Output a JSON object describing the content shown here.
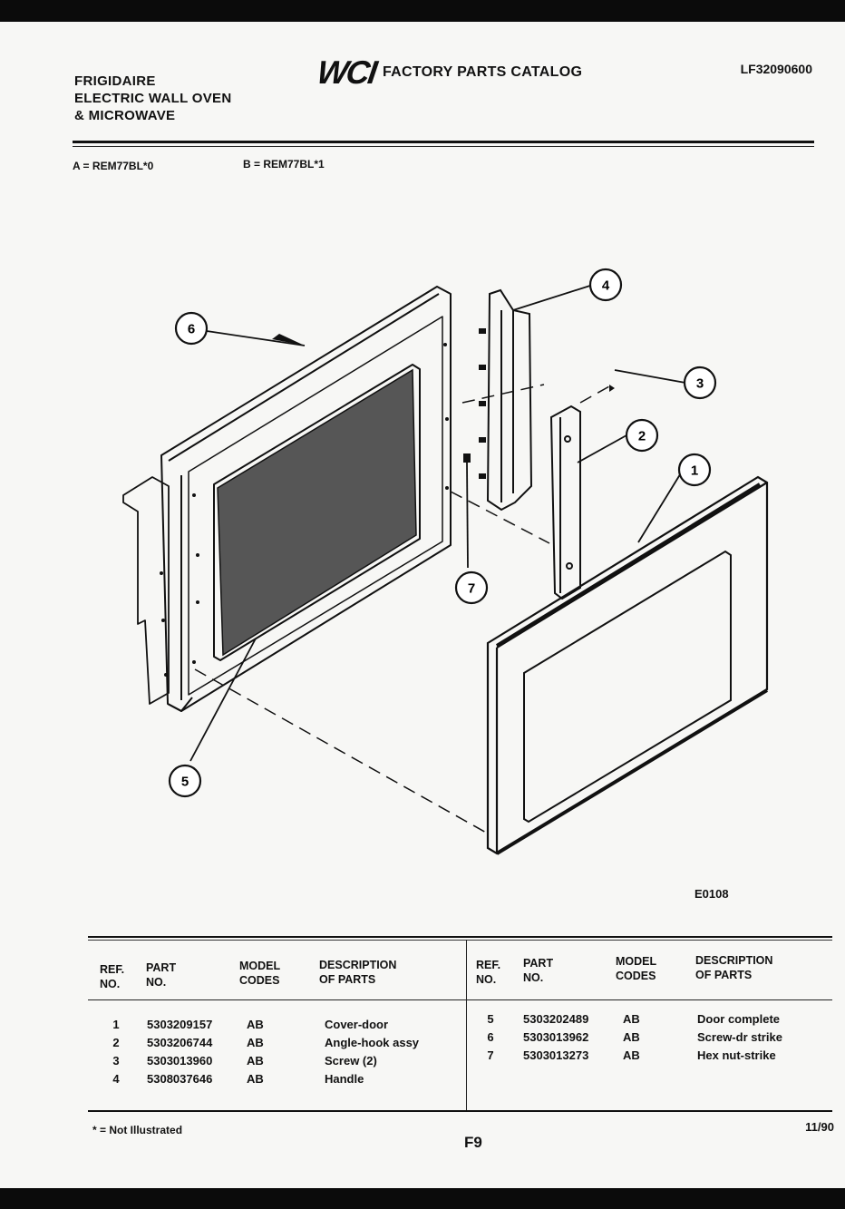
{
  "header": {
    "brand_lines": [
      "FRIGIDAIRE",
      "ELECTRIC WALL OVEN",
      "& MICROWAVE"
    ],
    "logo_text": "WCI",
    "catalog_title": "FACTORY PARTS CATALOG",
    "catalog_id": "LF32090600"
  },
  "models": {
    "a": "A = REM77BL*0",
    "b": "B = REM77BL*1"
  },
  "diagram": {
    "callouts": [
      "1",
      "2",
      "3",
      "4",
      "5",
      "6",
      "7"
    ],
    "figure_code": "E0108"
  },
  "table": {
    "headers": {
      "ref": [
        "REF.",
        "NO."
      ],
      "part": [
        "PART",
        "NO."
      ],
      "codes": [
        "MODEL",
        "CODES"
      ],
      "desc": [
        "DESCRIPTION",
        "OF PARTS"
      ]
    },
    "left_rows": [
      {
        "ref": "1",
        "part": "5303209157",
        "codes": "AB",
        "desc": "Cover-door"
      },
      {
        "ref": "2",
        "part": "5303206744",
        "codes": "AB",
        "desc": "Angle-hook assy"
      },
      {
        "ref": "3",
        "part": "5303013960",
        "codes": "AB",
        "desc": "Screw (2)"
      },
      {
        "ref": "4",
        "part": "5308037646",
        "codes": "AB",
        "desc": "Handle"
      }
    ],
    "right_rows": [
      {
        "ref": "5",
        "part": "5303202489",
        "codes": "AB",
        "desc": "Door complete"
      },
      {
        "ref": "6",
        "part": "5303013962",
        "codes": "AB",
        "desc": "Screw-dr strike"
      },
      {
        "ref": "7",
        "part": "5303013273",
        "codes": "AB",
        "desc": "Hex nut-strike"
      }
    ]
  },
  "footer": {
    "footnote": "* = Not Illustrated",
    "page": "F9",
    "date": "11/90"
  }
}
